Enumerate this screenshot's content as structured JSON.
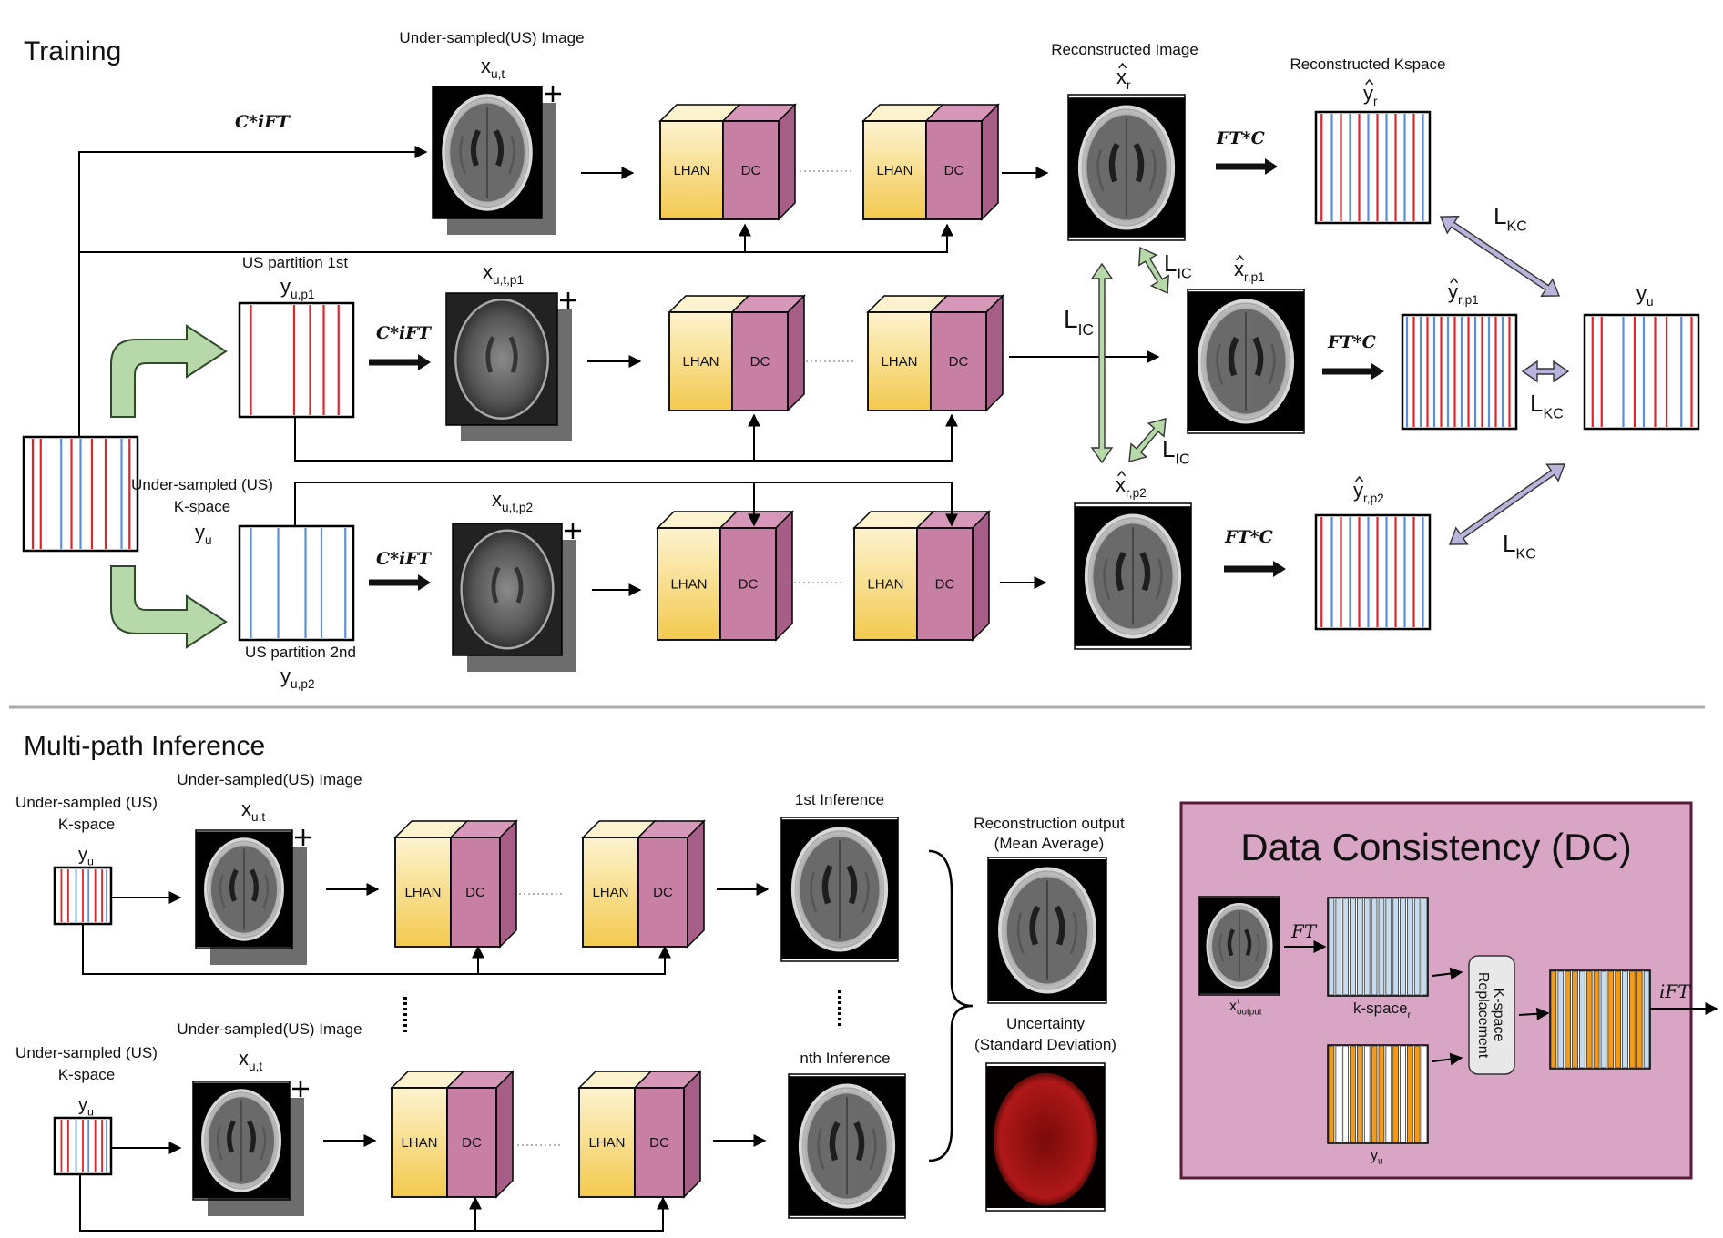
{
  "sections": {
    "training_title": "Training",
    "inference_title": "Multi-path Inference"
  },
  "training": {
    "us_image_label": "Under-sampled(US) Image",
    "x_ut": "x",
    "x_ut_sub": "u,t",
    "x_utp1": "x",
    "x_utp1_sub": "u,t,p1",
    "x_utp2": "x",
    "x_utp2_sub": "u,t,p2",
    "op_ift": "C*iFT",
    "op_ft": "FT*C",
    "partition1_label": "US partition 1st",
    "partition2_label": "US partition 2nd",
    "y_up1": "y",
    "y_up1_sub": "u,p1",
    "y_up2": "y",
    "y_up2_sub": "u,p2",
    "kspace_label_line1": "Under-sampled (US)",
    "kspace_label_line2": "K-space",
    "y_u": "y",
    "y_u_sub": "u",
    "recon_image_label": "Reconstructed Image",
    "recon_kspace_label": "Reconstructed Kspace",
    "x_r": "x",
    "x_r_sub": "r",
    "x_rp1": "x",
    "x_rp1_sub": "r,p1",
    "x_rp2": "x",
    "x_rp2_sub": "r,p2",
    "y_r": "y",
    "y_r_sub": "r",
    "y_rp1": "y",
    "y_rp1_sub": "r,p1",
    "y_rp2": "y",
    "y_rp2_sub": "r,p2",
    "loss_ic": "L",
    "loss_ic_sub": "IC",
    "loss_kc": "L",
    "loss_kc_sub": "KC"
  },
  "blocks": {
    "lhan": "LHAN",
    "dc": "DC"
  },
  "inference": {
    "kspace_label_line1": "Under-sampled (US)",
    "kspace_label_line2": "K-space",
    "y_u": "y",
    "y_u_sub": "u",
    "us_image_label": "Under-sampled(US) Image",
    "x_ut": "x",
    "x_ut_sub": "u,t",
    "first_inference": "1st Inference",
    "nth_inference": "nth Inference",
    "recon_output_line1": "Reconstruction output",
    "recon_output_line2": "(Mean Average)",
    "uncertainty_line1": "Uncertainty",
    "uncertainty_line2": "(Standard Deviation)"
  },
  "dc_panel": {
    "title": "Data Consistency (DC)",
    "x_output": "x",
    "x_output_sup": "t",
    "x_output_sub": "output",
    "op_ft": "FT",
    "op_ift": "iFT",
    "kspace_r": "k-space",
    "kspace_r_sub": "r",
    "y_u": "y",
    "y_u_sub": "u",
    "replacement_line1": "K-space",
    "replacement_line2": "Replacement"
  },
  "colors": {
    "lhan_light": "#fdf3cf",
    "lhan_dark": "#f3cd58",
    "dc_face": "#c77fa4",
    "dc_side": "#a65d86",
    "red_line": "#e0242a",
    "blue_line": "#5b8fd9",
    "dc_panel_bg": "#d8a6c4",
    "dc_panel_border": "#5a1a3a",
    "green_arrow": "#b7d8a8",
    "purple_arrow": "#b8b4dc"
  },
  "icons": [
    "brain-mri-icon",
    "kspace-mask-icon",
    "lhan-dc-block-icon"
  ]
}
